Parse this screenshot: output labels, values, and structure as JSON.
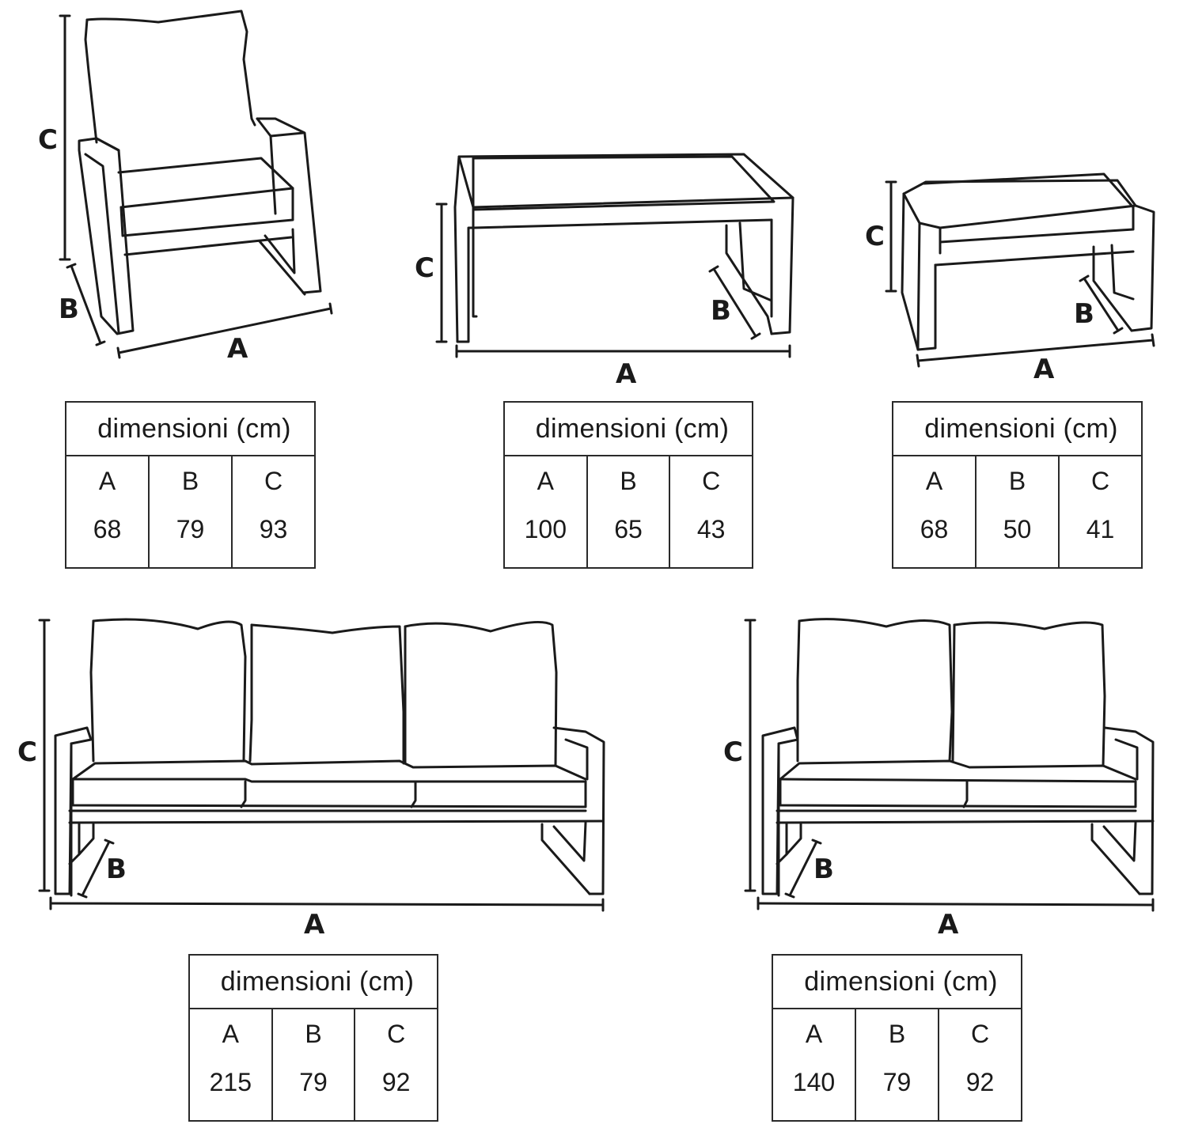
{
  "accent_color": "#1a1a1a",
  "products": [
    {
      "id": "armchair",
      "table_title": "dimensioni (cm)",
      "labels": [
        "A",
        "B",
        "C"
      ],
      "values": [
        "68",
        "79",
        "93"
      ]
    },
    {
      "id": "coffee-table",
      "table_title": "dimensioni (cm)",
      "labels": [
        "A",
        "B",
        "C"
      ],
      "values": [
        "100",
        "65",
        "43"
      ]
    },
    {
      "id": "footstool",
      "table_title": "dimensioni (cm)",
      "labels": [
        "A",
        "B",
        "C"
      ],
      "values": [
        "68",
        "50",
        "41"
      ]
    },
    {
      "id": "three-seat-sofa",
      "table_title": "dimensioni (cm)",
      "labels": [
        "A",
        "B",
        "C"
      ],
      "values": [
        "215",
        "79",
        "92"
      ]
    },
    {
      "id": "two-seat-sofa",
      "table_title": "dimensioni (cm)",
      "labels": [
        "A",
        "B",
        "C"
      ],
      "values": [
        "140",
        "79",
        "92"
      ]
    }
  ]
}
